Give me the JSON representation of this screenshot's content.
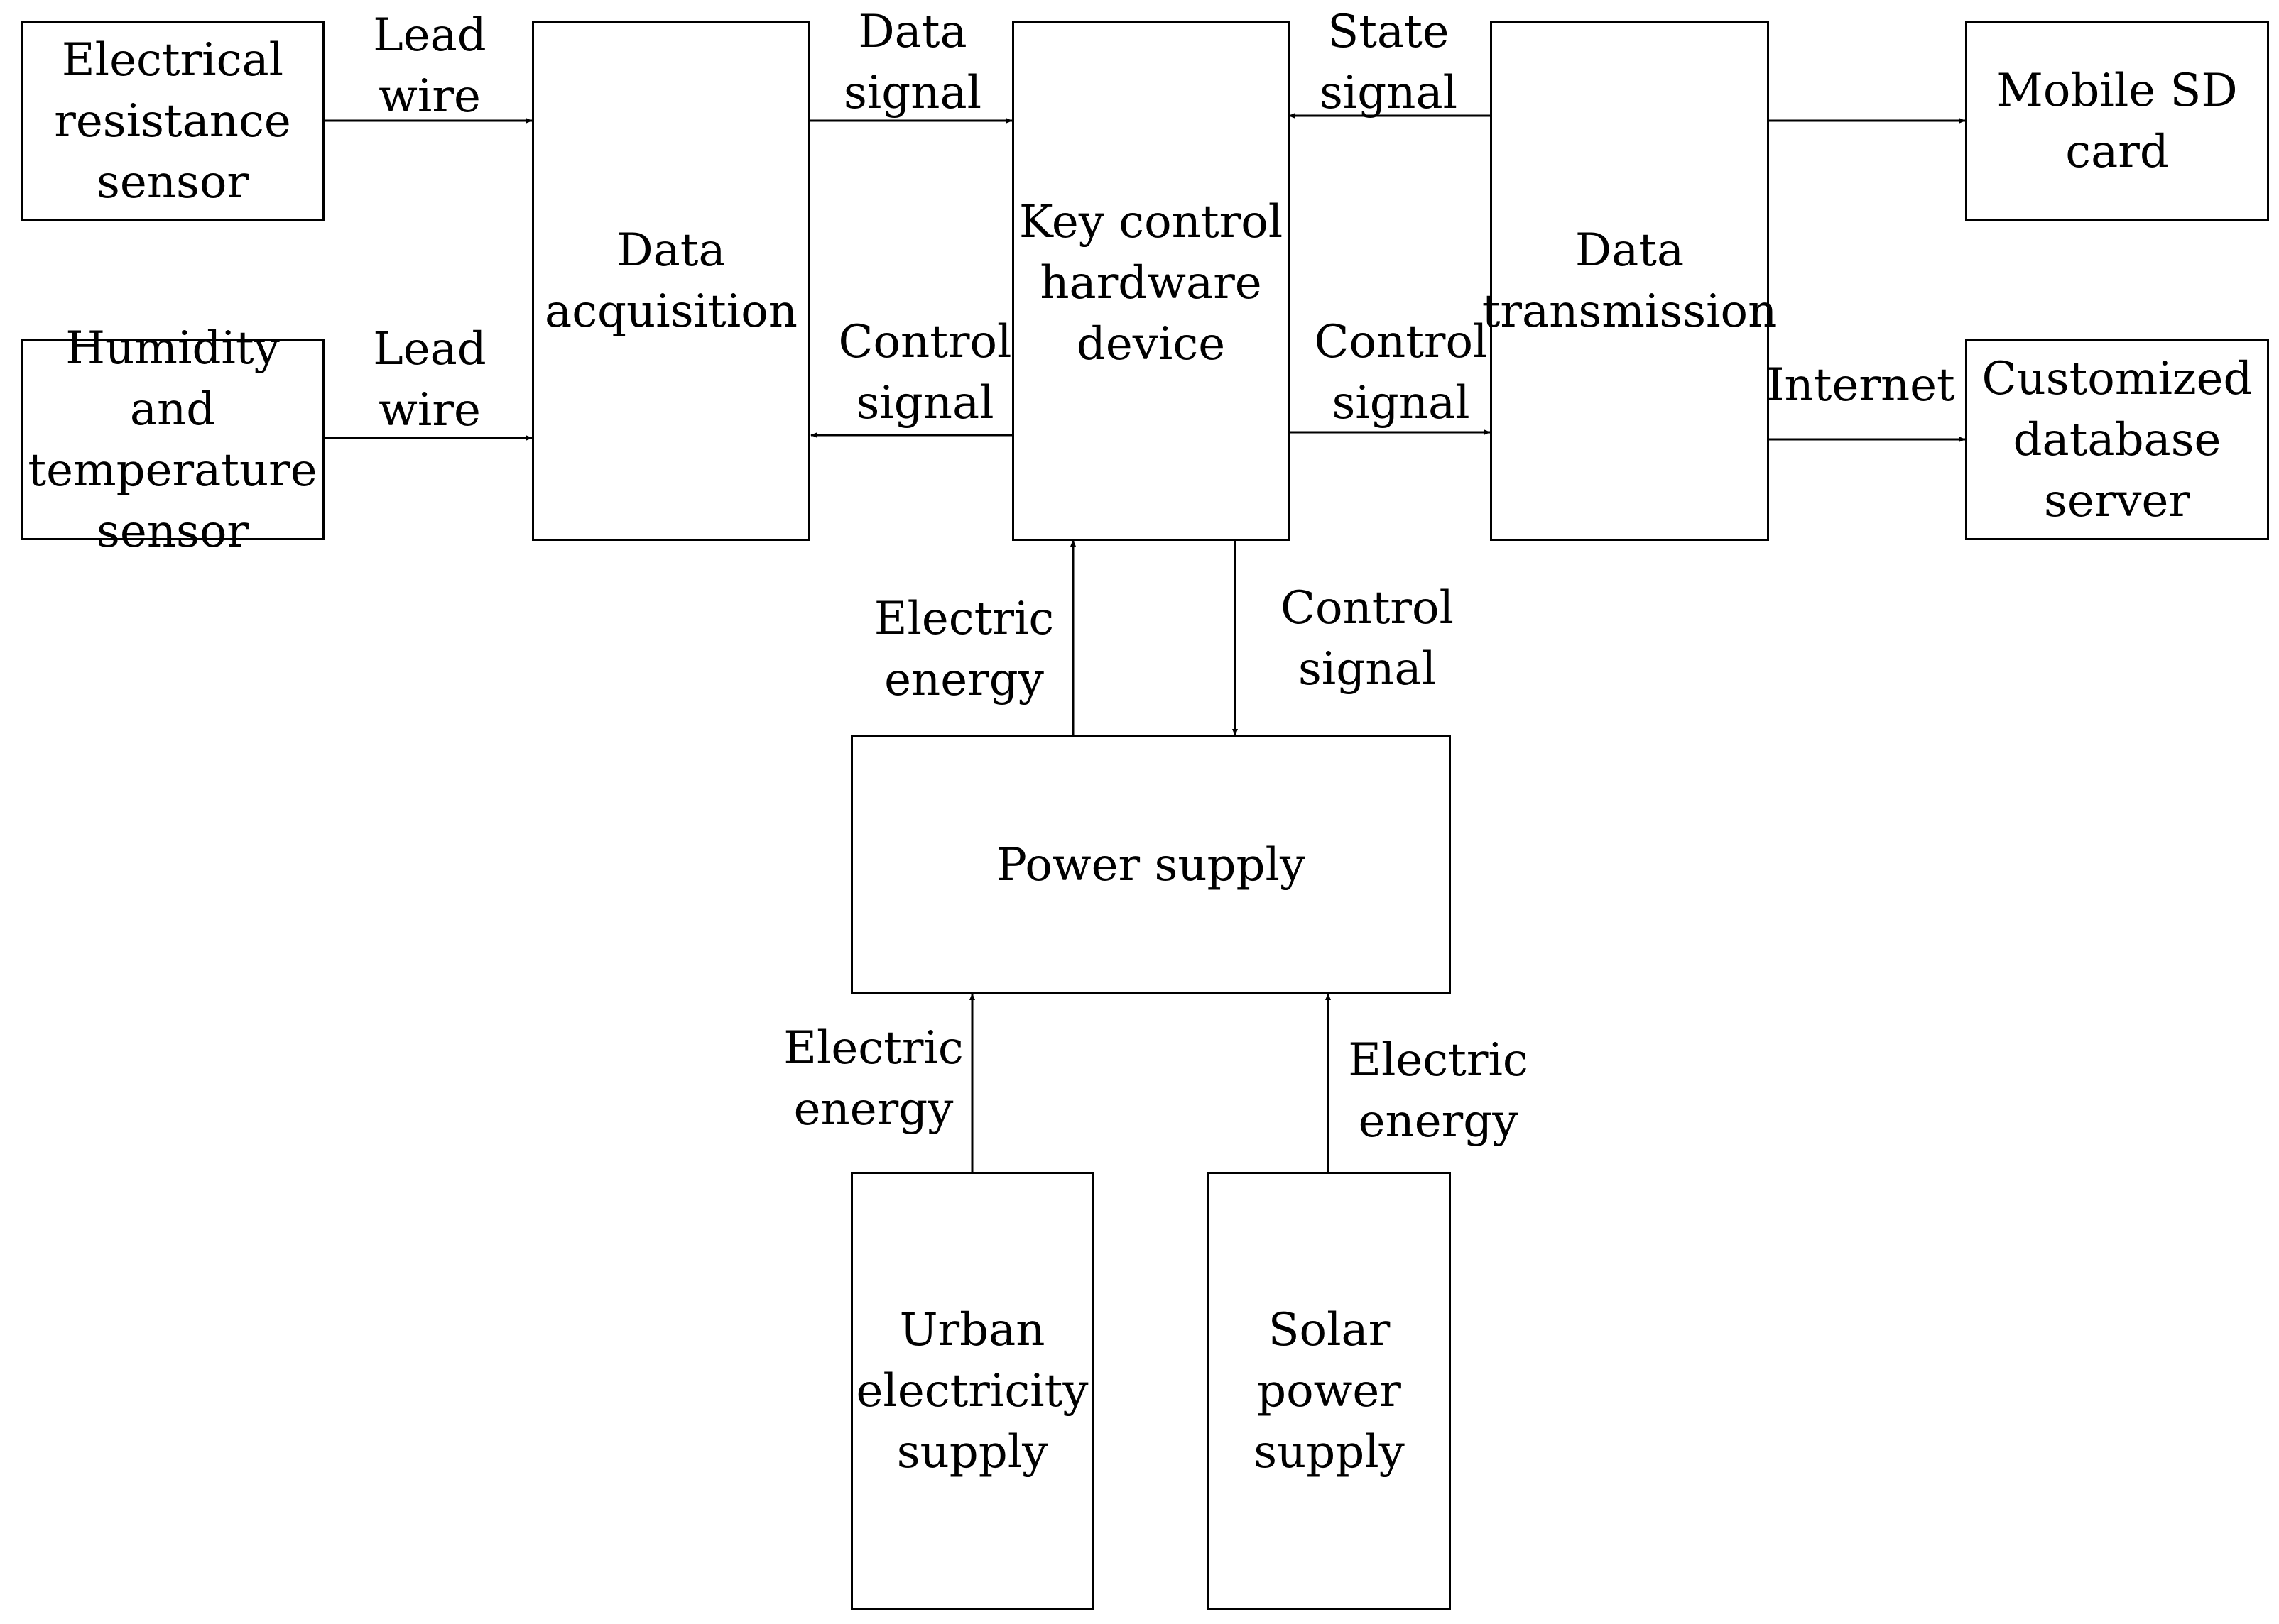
{
  "nodes": {
    "electrical_resistance_sensor": "Electrical\nresistance\nsensor",
    "humidity_temperature_sensor": "Humidity and\ntemperature\nsensor",
    "data_acquisition": "Data\nacquisition",
    "key_control_device": "Key control\nhardware\ndevice",
    "data_transmission": "Data\ntransmission",
    "mobile_sd_card": "Mobile SD\ncard",
    "database_server": "Customized\ndatabase\nserver",
    "power_supply": "Power supply",
    "urban_electricity_supply": "Urban\nelectricity\nsupply",
    "solar_power_supply": "Solar\npower\nsupply"
  },
  "edges": {
    "lead_wire_1": "Lead\nwire",
    "lead_wire_2": "Lead\nwire",
    "data_signal": "Data\nsignal",
    "control_signal_to_acquisition": "Control\nsignal",
    "state_signal": "State\nsignal",
    "control_signal_to_transmission": "Control\nsignal",
    "internet": "Internet",
    "electric_energy_to_key": "Electric\nenergy",
    "control_signal_to_power": "Control\nsignal",
    "electric_energy_urban": "Electric\nenergy",
    "electric_energy_solar": "Electric\nenergy"
  }
}
